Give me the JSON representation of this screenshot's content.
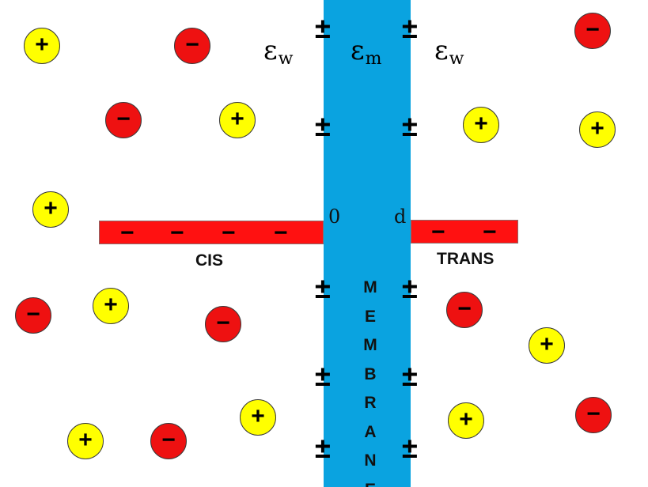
{
  "ions": {
    "left": [
      {
        "sign": "+",
        "type": "pos"
      },
      {
        "sign": "−",
        "type": "neg"
      },
      {
        "sign": "−",
        "type": "neg"
      },
      {
        "sign": "+",
        "type": "pos"
      },
      {
        "sign": "+",
        "type": "pos"
      },
      {
        "sign": "−",
        "type": "neg"
      },
      {
        "sign": "+",
        "type": "pos"
      },
      {
        "sign": "−",
        "type": "neg"
      },
      {
        "sign": "+",
        "type": "pos"
      },
      {
        "sign": "+",
        "type": "pos"
      },
      {
        "sign": "−",
        "type": "neg"
      }
    ],
    "right": [
      {
        "sign": "−",
        "type": "neg"
      },
      {
        "sign": "+",
        "type": "pos"
      },
      {
        "sign": "+",
        "type": "pos"
      },
      {
        "sign": "−",
        "type": "neg"
      },
      {
        "sign": "+",
        "type": "pos"
      },
      {
        "sign": "+",
        "type": "pos"
      },
      {
        "sign": "−",
        "type": "neg"
      }
    ]
  },
  "membrane": {
    "word": [
      "M",
      "E",
      "M",
      "B",
      "R",
      "A",
      "N",
      "E"
    ],
    "surface_charge": "±",
    "coord_left": "0",
    "coord_right": "d"
  },
  "permittivity": {
    "symbol": "ε",
    "left_sub": "w",
    "middle_sub": "m",
    "right_sub": "w"
  },
  "electrodes": {
    "cis_label": "CIS",
    "trans_label": "TRANS",
    "cis_charges": [
      "−",
      "−",
      "−",
      "−"
    ],
    "trans_charges": [
      "−",
      "−"
    ]
  },
  "colors": {
    "membrane": "#0aa3e0",
    "positive_ion": "#ffff00",
    "negative_ion": "#ee1111",
    "electrode": "#ff1111"
  }
}
